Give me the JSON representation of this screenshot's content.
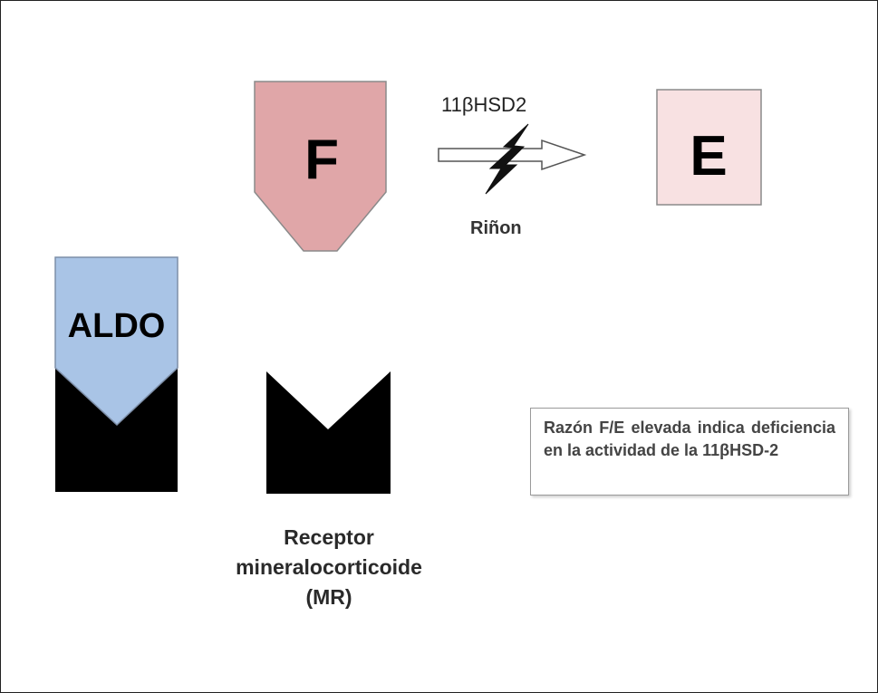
{
  "colors": {
    "cortisol_fill": "#e0a6a8",
    "cortisone_fill": "#f8e1e2",
    "aldo_fill": "#a9c4e6",
    "receptor_fill": "#000000",
    "outline": "#8a8a8a"
  },
  "cortisol": {
    "letter": "F"
  },
  "cortisone": {
    "letter": "E"
  },
  "enzyme": {
    "name": "11βHSD2",
    "location": "Riñon"
  },
  "aldosterone": {
    "label": "ALDO"
  },
  "receptor": {
    "line1": "Receptor",
    "line2": "mineralocorticoide",
    "line3": "(MR)"
  },
  "note": {
    "text": "Razón F/E elevada indica deficiencia en la actividad de la 11βHSD-2"
  }
}
